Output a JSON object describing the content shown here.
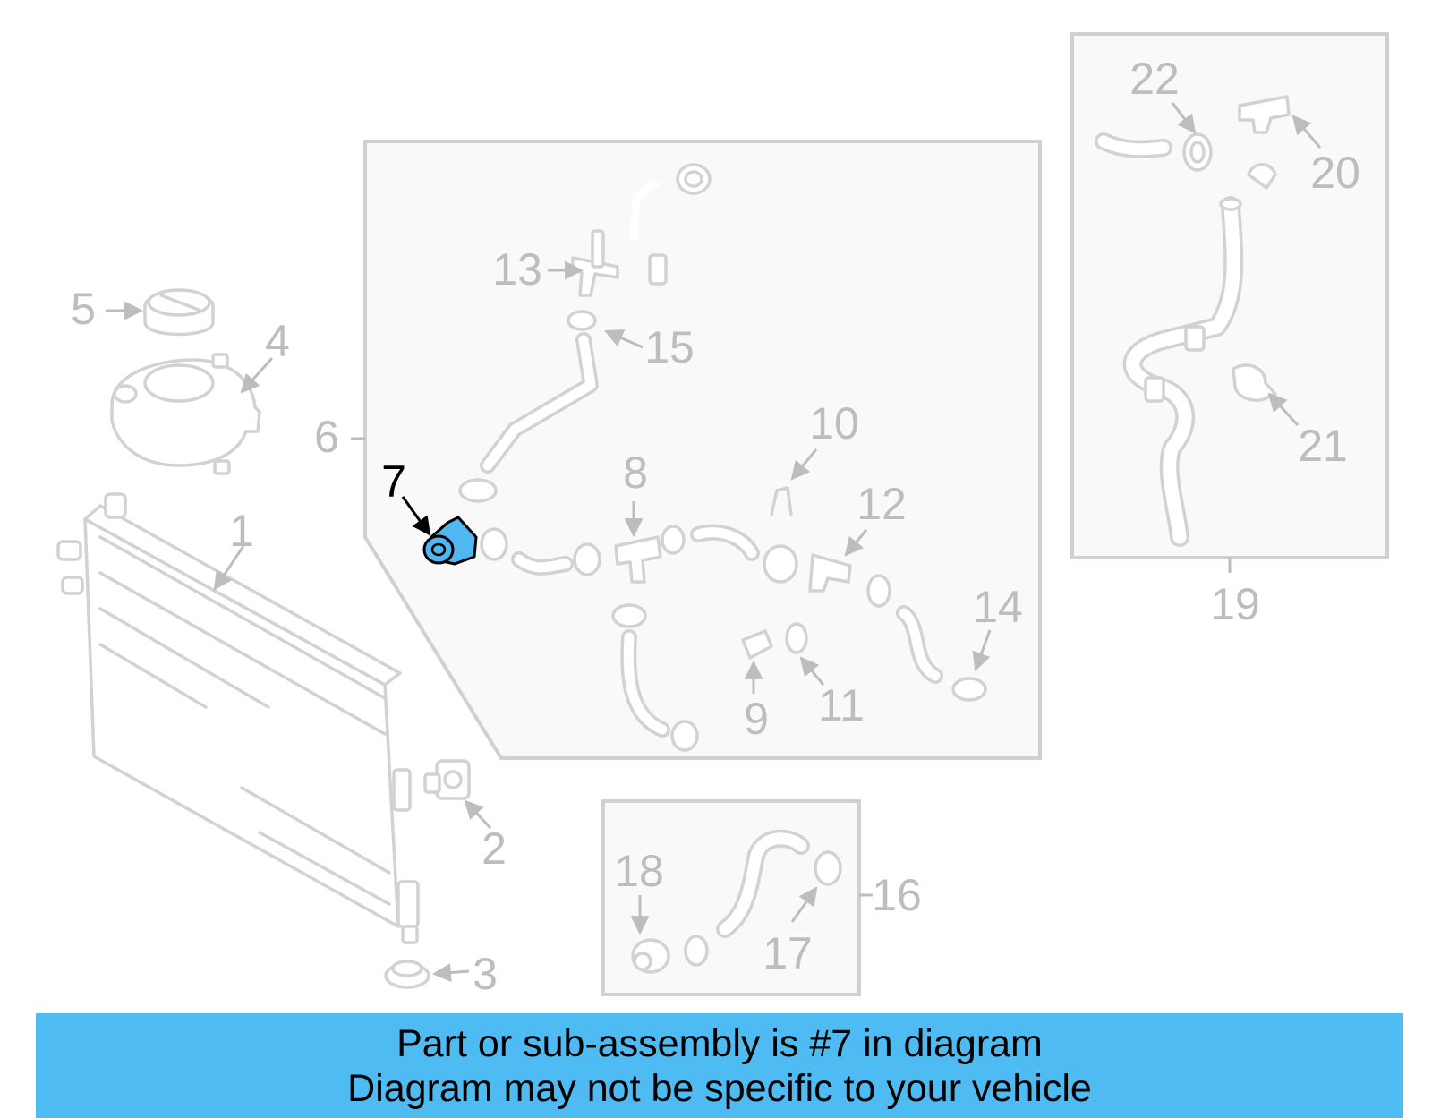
{
  "colors": {
    "banner_background": "#4fbbf3",
    "highlight_part": "#4fb8f2",
    "callout_text": "#bdbdbd",
    "highlight_callout_text": "#000000",
    "parts_outline": "#d2d2d2",
    "subassembly_box": "#f9f9f9"
  },
  "callouts": {
    "c1": "1",
    "c2": "2",
    "c3": "3",
    "c4": "4",
    "c5": "5",
    "c6": "6",
    "c7": "7",
    "c8": "8",
    "c9": "9",
    "c10": "10",
    "c11": "11",
    "c12": "12",
    "c13": "13",
    "c14": "14",
    "c15": "15",
    "c16": "16",
    "c17": "17",
    "c18": "18",
    "c19": "19",
    "c20": "20",
    "c21": "21",
    "c22": "22"
  },
  "highlighted_callout": "7",
  "banner": {
    "line1": "Part or sub-assembly is #7 in diagram",
    "line2": "Diagram may not be specific to your vehicle"
  }
}
